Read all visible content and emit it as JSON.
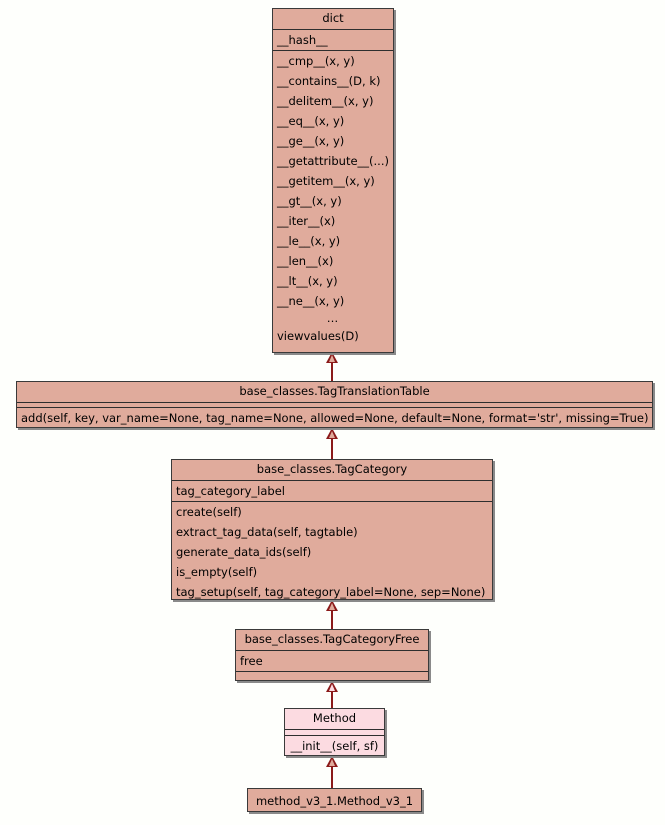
{
  "diagram": {
    "type": "uml-class-diagram",
    "background_color": "#fefffc",
    "class_fill_color": "#e0ab9c",
    "class_fill_color_light": "#fcdbe1",
    "border_color": "#3a3a3a",
    "arrow_color": "#8b1a1a",
    "relationship": "generalization"
  },
  "classes": [
    {
      "id": "dict",
      "name": "dict",
      "attributes": [
        "__hash__"
      ],
      "methods": [
        "__cmp__(x, y)",
        "__contains__(D, k)",
        "__delitem__(x, y)",
        "__eq__(x, y)",
        "__ge__(x, y)",
        "__getattribute__(...)",
        "__getitem__(x, y)",
        "__gt__(x, y)",
        "__iter__(x)",
        "__le__(x, y)",
        "__len__(x)",
        "__lt__(x, y)",
        "__ne__(x, y)",
        "…",
        "viewvalues(D)"
      ]
    },
    {
      "id": "tag-translation-table",
      "name": "base_classes.TagTranslationTable",
      "attributes": [],
      "methods": [
        "add(self, key, var_name=None, tag_name=None, allowed=None, default=None, format='str', missing=True)"
      ]
    },
    {
      "id": "tag-category",
      "name": "base_classes.TagCategory",
      "attributes": [
        "tag_category_label"
      ],
      "methods": [
        "create(self)",
        "extract_tag_data(self, tagtable)",
        "generate_data_ids(self)",
        "is_empty(self)",
        "tag_setup(self, tag_category_label=None, sep=None)"
      ]
    },
    {
      "id": "tag-category-free",
      "name": "base_classes.TagCategoryFree",
      "attributes": [
        "free"
      ],
      "methods": []
    },
    {
      "id": "method",
      "name": "Method",
      "attributes": [],
      "methods": [
        "__init__(self, sf)"
      ]
    },
    {
      "id": "method-v3-1",
      "name": "method_v3_1.Method_v3_1",
      "attributes": [],
      "methods": []
    }
  ],
  "edges": [
    {
      "from": "tag-translation-table",
      "to": "dict"
    },
    {
      "from": "tag-category",
      "to": "tag-translation-table"
    },
    {
      "from": "tag-category-free",
      "to": "tag-category"
    },
    {
      "from": "method",
      "to": "tag-category-free"
    },
    {
      "from": "method-v3-1",
      "to": "method"
    }
  ]
}
